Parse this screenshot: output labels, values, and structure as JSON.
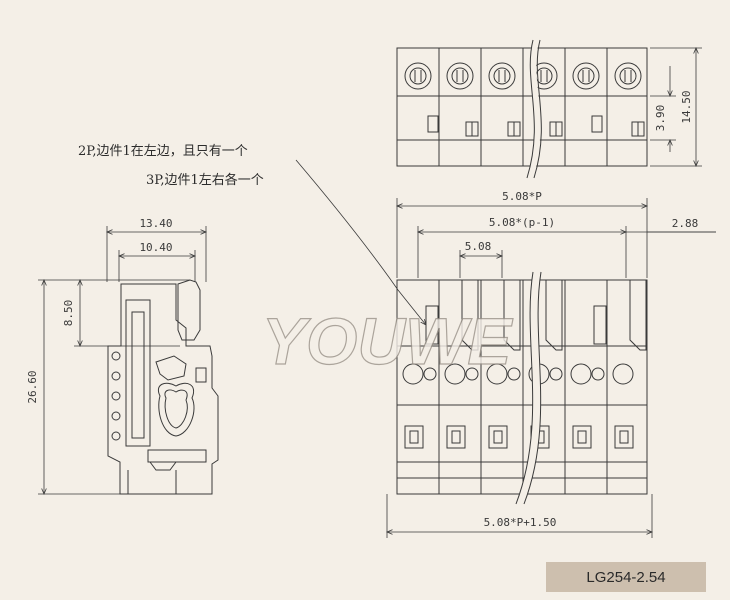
{
  "notes": {
    "line1": "2P,边件1在左边，且只有一个",
    "line2": "3P,边件1左右各一个"
  },
  "dimensions": {
    "top_height_390": "3.90",
    "top_height_1450": "14.50",
    "total_width": "5.08*P",
    "inner_width": "5.08*(p-1)",
    "pitch": "5.08",
    "offset": "2.88",
    "bottom_width": "5.08*P+1.50",
    "side_width_1340": "13.40",
    "side_width_1040": "10.40",
    "side_height_850": "8.50",
    "side_height_2660": "26.60"
  },
  "watermark": "YOUWE",
  "model": "LG254-2.54",
  "colors": {
    "background": "#f4efe7",
    "line": "#3a3a3a",
    "badge": "#cdbfae"
  }
}
